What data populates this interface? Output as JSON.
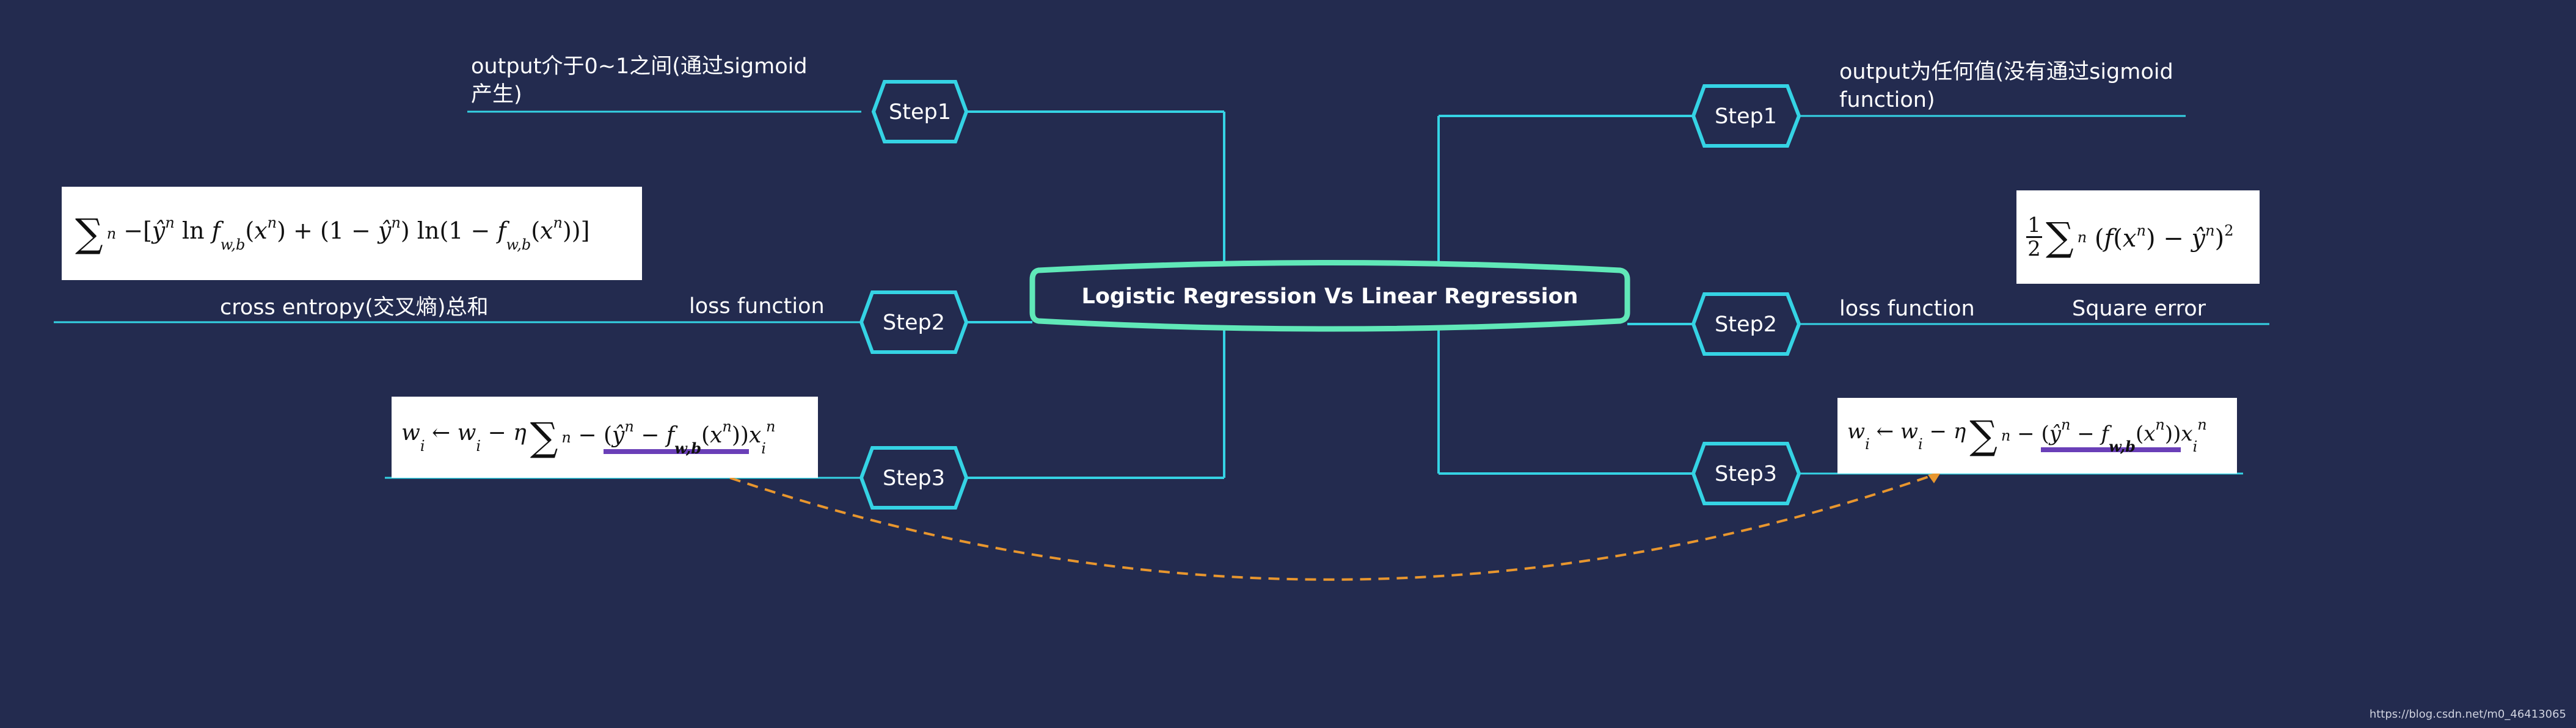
{
  "center": {
    "title": "Logistic Regression Vs Linear Regression"
  },
  "left": {
    "step1": {
      "label": "Step1",
      "note": "output介于0~1之间(通过sigmoid产生)"
    },
    "step2": {
      "label": "Step2",
      "note": "loss function",
      "desc": "cross entropy(交叉熵)总和",
      "formula": "∑n −[ŷⁿ ln f_w,b(xⁿ) + (1 − ŷⁿ) ln(1 − f_w,b(xⁿ))]"
    },
    "step3": {
      "label": "Step3",
      "formula": "wᵢ ← wᵢ − η ∑n −(ŷⁿ − f_w,b(xⁿ)) xᵢⁿ"
    }
  },
  "right": {
    "step1": {
      "label": "Step1",
      "note": "output为任何值(没有通过sigmoid function)"
    },
    "step2": {
      "label": "Step2",
      "note": "loss function",
      "desc": "Square error",
      "formula": "1/2 ∑n (f(xⁿ) − ŷⁿ)²"
    },
    "step3": {
      "label": "Step3",
      "formula": "wᵢ ← wᵢ − η ∑n −(ŷⁿ − f_w,b(xⁿ)) xᵢⁿ"
    }
  },
  "watermark": "https://blog.csdn.net/m0_46413065",
  "colors": {
    "background": "#232b4f",
    "line": "#35d3e4",
    "center_border": "#60e8b8",
    "dashed_arrow": "#e8962e",
    "underline": "#6a3fb8"
  }
}
